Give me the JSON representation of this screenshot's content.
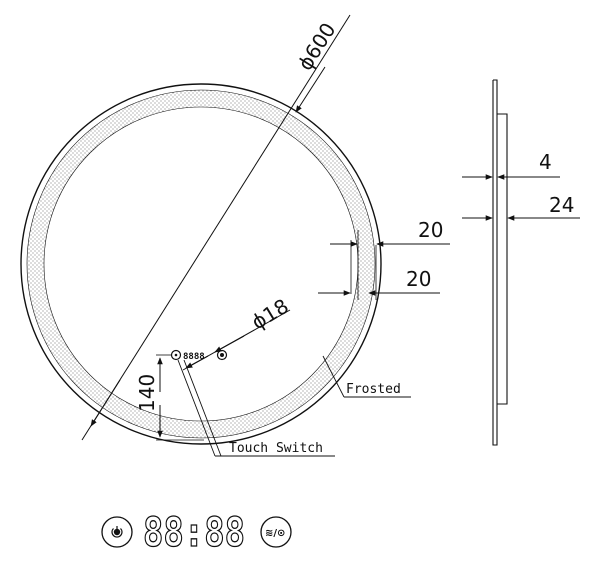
{
  "dimensions": {
    "diameter": "ϕ600",
    "ring_outer_width": "20",
    "ring_inner_width": "20",
    "touch_switch_diameter": "ϕ18",
    "touch_switch_height": "140",
    "glass_thickness": "4",
    "total_depth": "24"
  },
  "labels": {
    "frosted": "Frosted",
    "touch_switch": "Touch Switch"
  },
  "display": {
    "time_mini": "8888",
    "time_large": "88:88",
    "defog_symbol": "≋/⊙"
  },
  "icons": {
    "power": "power-icon",
    "defog": "defog-icon"
  }
}
